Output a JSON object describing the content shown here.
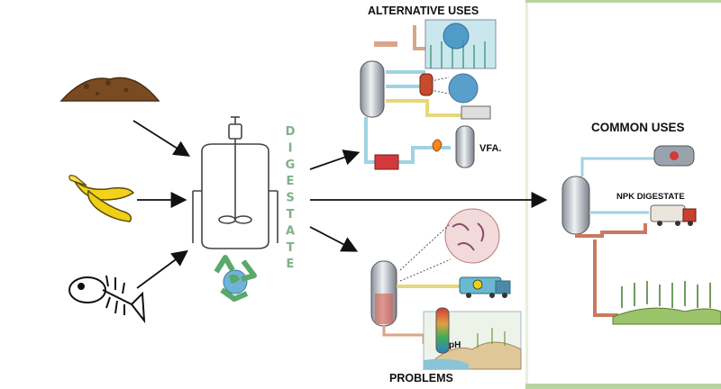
{
  "labels": {
    "alternative_uses": "ALTERNATIVE USES",
    "common_uses": "COMMON USES",
    "problems": "PROBLEMS",
    "npk_digestate": "NPK DIGESTATE",
    "vfa": "VFA.",
    "ph": "pH"
  },
  "digestate_letters": [
    "D",
    "I",
    "G",
    "E",
    "S",
    "T",
    "A",
    "T",
    "E"
  ],
  "icons": {
    "feedstock": [
      "soil-pile-icon",
      "banana-peel-icon",
      "fish-bone-icon"
    ],
    "recycle": "recycle-globe-icon"
  },
  "colors": {
    "frame_green": "#b9d3a0",
    "digestate_text": "#7fb08a",
    "pipe_blue": "#9fd3e3",
    "pipe_red": "#c9795f",
    "pipe_yellow": "#e8d77a",
    "recycle_green": "#5aa86a"
  }
}
